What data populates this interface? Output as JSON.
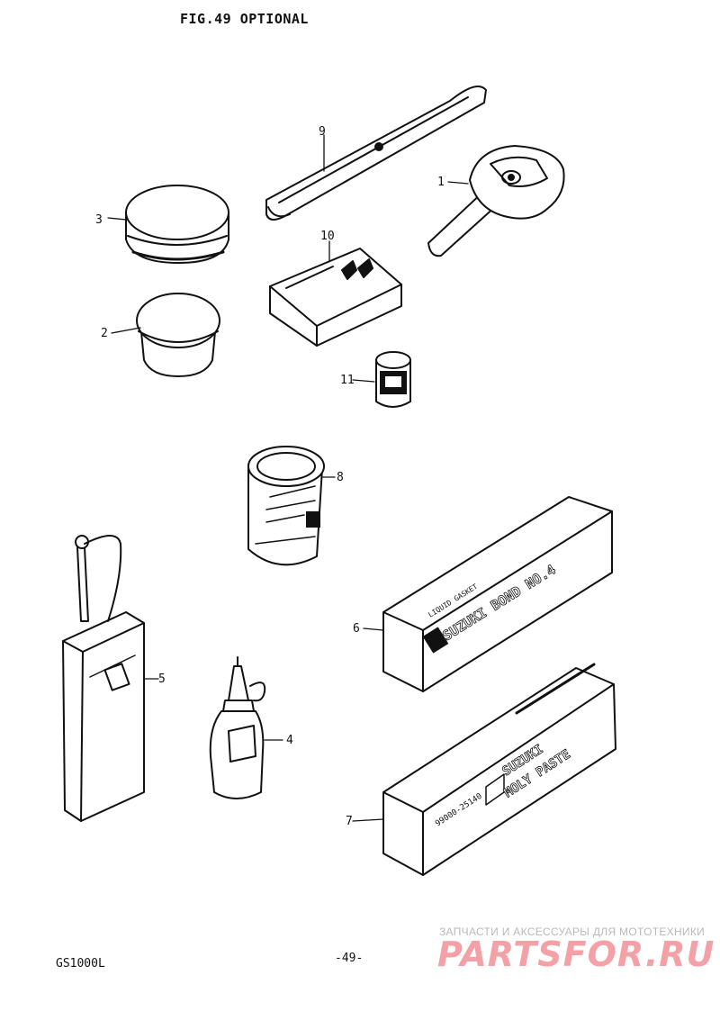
{
  "title": "FIG.49 OPTIONAL",
  "footer": {
    "model": "GS1000L",
    "page_number": "-49-"
  },
  "watermark": {
    "tagline": "ЗАПЧАСТИ И АКСЕССУАРЫ ДЛЯ МОТОТЕХНИКИ",
    "logo": "PARTSFOR.RU"
  },
  "callouts": [
    "1",
    "2",
    "3",
    "4",
    "5",
    "6",
    "7",
    "8",
    "9",
    "10",
    "11"
  ],
  "package_text": {
    "bond_line1": "LIQUID GASKET",
    "bond_line2": "SUZUKI BOND NO.4",
    "moly_line1": "SUZUKI",
    "moly_line2": "MOLY PASTE",
    "moly_part": "99000-25140"
  },
  "icon_colors": {
    "line": "#111111",
    "paper": "#ffffff"
  }
}
